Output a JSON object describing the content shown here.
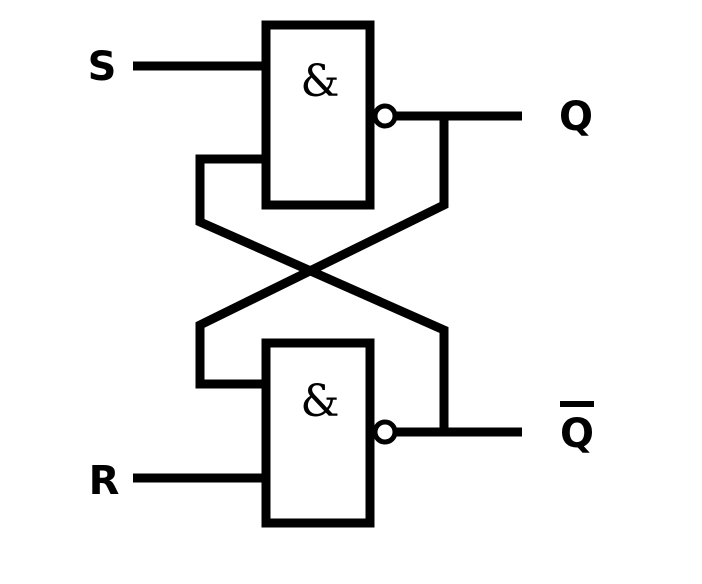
{
  "inputs": {
    "s_label": "S",
    "r_label": "R"
  },
  "outputs": {
    "q_label": "Q",
    "qbar_label": "Q"
  },
  "gates": {
    "top_symbol": "&",
    "bottom_symbol": "&"
  },
  "colors": {
    "stroke": "#000000",
    "background": "#ffffff"
  }
}
